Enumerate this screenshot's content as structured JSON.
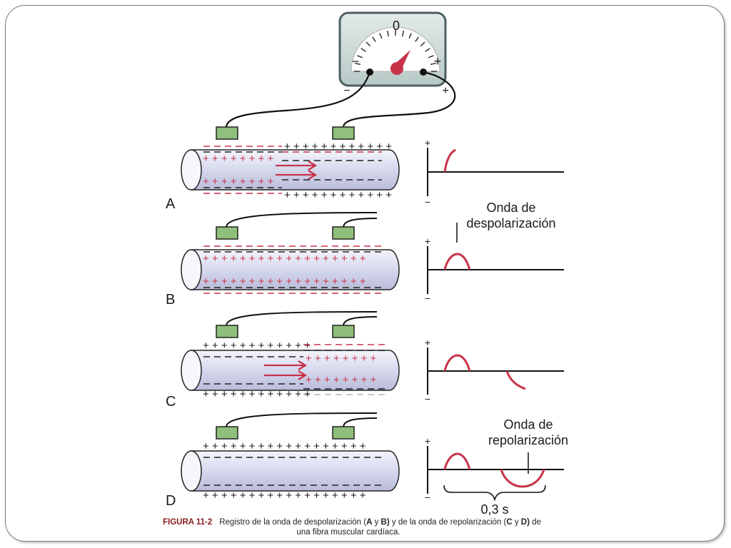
{
  "meter": {
    "zero_label": "0",
    "minus_label": "−",
    "plus_label": "+",
    "terminal_minus": "−",
    "terminal_plus": "+"
  },
  "panels": [
    {
      "letter": "A",
      "top_right_charges": "+ + + + + + + + + + + +",
      "bottom_right_charges": "+ + + + + + + + + + + +"
    },
    {
      "letter": "B",
      "annotation_line1": "Onda de",
      "annotation_line2": "despolarización"
    },
    {
      "letter": "C",
      "top_left_charges": "+ + + + + + + + + + + +",
      "bottom_left_charges": "+ + + + + + + + + + + +"
    },
    {
      "letter": "D",
      "annotation_line1": "Onda de",
      "annotation_line2": "repolarización",
      "duration_label": "0,3 s"
    }
  ],
  "axis": {
    "plus": "+",
    "minus": "−"
  },
  "caption": {
    "figure_label": "FIGURA 11-2",
    "text_1": "Registro de la onda de despolarización (",
    "bold_a": "A",
    "text_y1": " y ",
    "bold_b": "B)",
    "text_2": " y de la onda de repolarización (",
    "bold_c": "C",
    "text_y2": " y ",
    "bold_d": "D)",
    "text_3": " de",
    "line2": "una fibra muscular cardíaca."
  },
  "colors": {
    "red": "#c8334a",
    "cylinder": "#d6d8ee",
    "electrode": "#8fbf7a"
  }
}
